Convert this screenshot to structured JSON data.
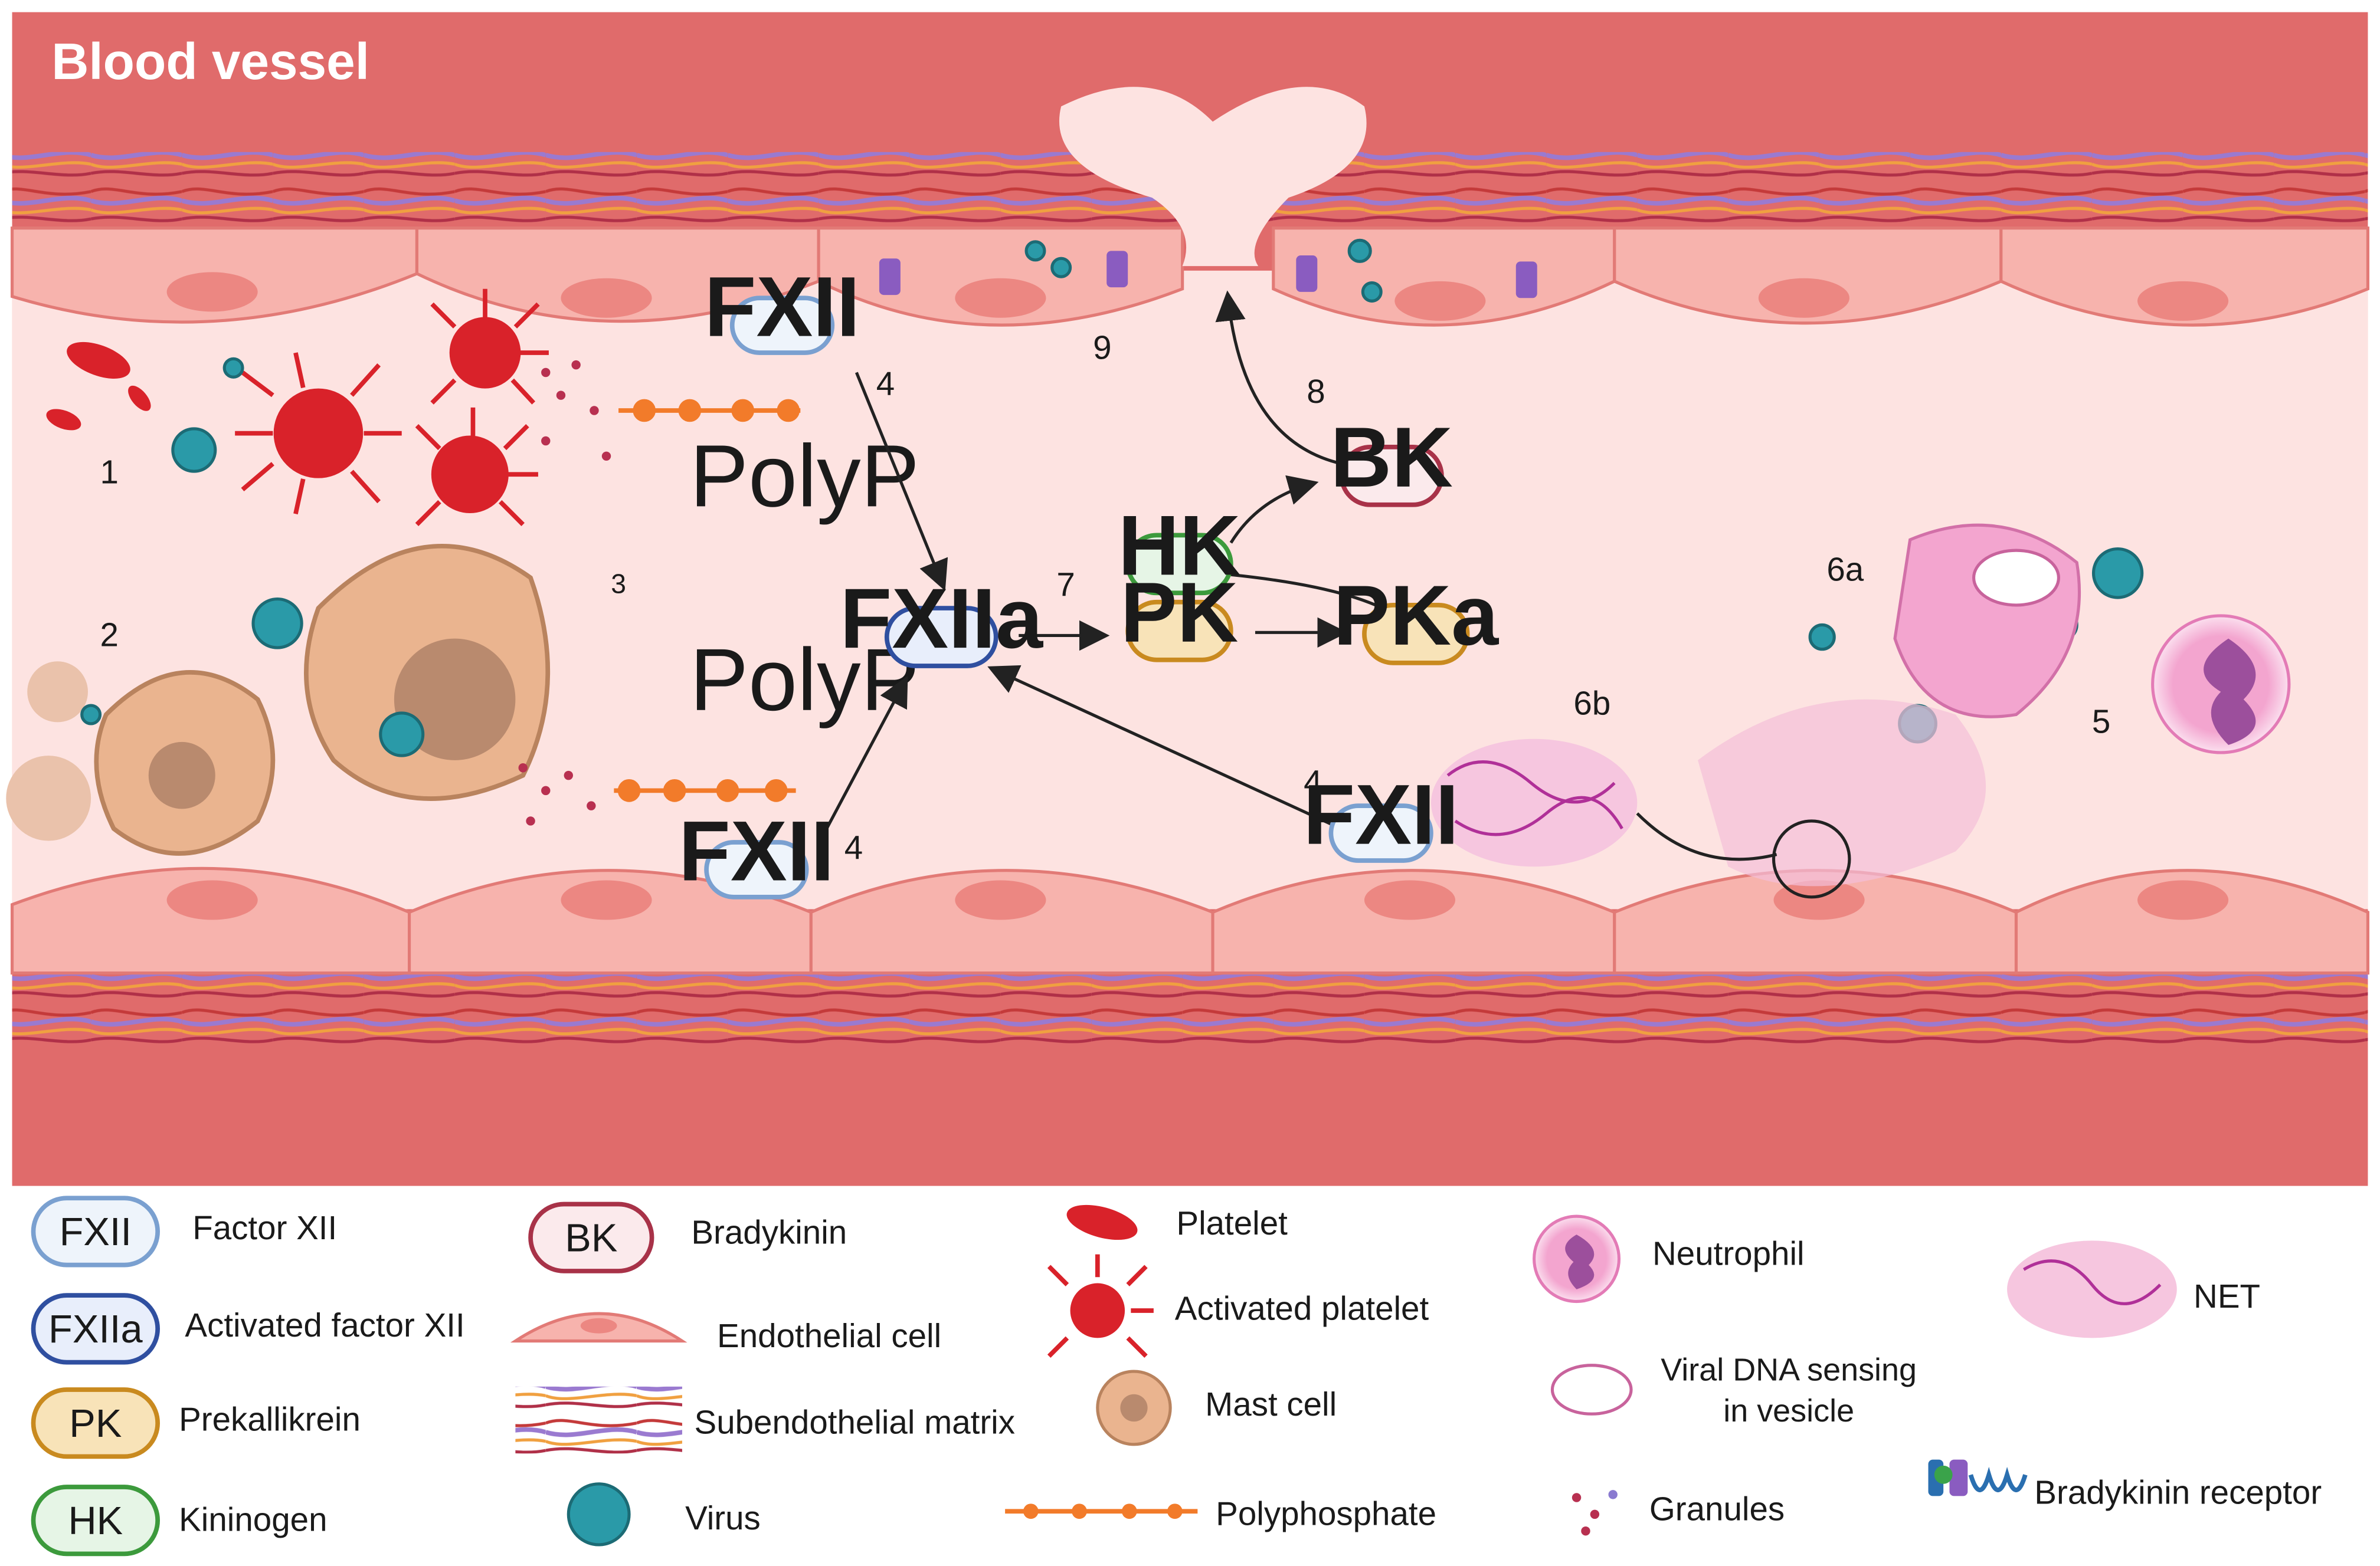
{
  "title": "Blood vessel",
  "nodes": {
    "fxii_top": "FXII",
    "fxii_bottom": "FXII",
    "fxii_right": "FXII",
    "fxiia": "FXIIa",
    "hk": "HK",
    "pk": "PK",
    "pka": "PKa",
    "bk": "BK"
  },
  "polyp_labels": [
    "PolyP",
    "PolyP"
  ],
  "step_numbers": {
    "s1": "1",
    "s2": "2",
    "s3": "3",
    "s4a": "4",
    "s4b": "4",
    "s4c": "4",
    "s5": "5",
    "s6a": "6a",
    "s6b": "6b",
    "s7": "7",
    "s8": "8",
    "s9": "9"
  },
  "legend": {
    "fxii": {
      "symbol": "FXII",
      "text": "Factor XII"
    },
    "fxiia": {
      "symbol": "FXIIa",
      "text": "Activated factor XII"
    },
    "pk": {
      "symbol": "PK",
      "text": "Prekallikrein"
    },
    "hk": {
      "symbol": "HK",
      "text": "Kininogen"
    },
    "bk": {
      "symbol": "BK",
      "text": "Bradykinin"
    },
    "endothelial": "Endothelial cell",
    "matrix": "Subendothelial matrix",
    "virus": "Virus",
    "platelet": "Platelet",
    "activated_platelet": "Activated platelet",
    "mast_cell": "Mast cell",
    "polyphosphate": "Polyphosphate",
    "neutrophil": "Neutrophil",
    "viral_dna": "Viral DNA sensing in vesicle",
    "granules": "Granules",
    "net": "NET",
    "bk_receptor": "Bradykinin receptor"
  },
  "colors": {
    "vessel_wall": "#e06b6b",
    "lumen": "#fde3e1",
    "endothelial": "#f7b3ad",
    "fxii_border": "#7aa0d0",
    "fxiia_border": "#2f4fa0",
    "pk_border": "#c98a1f",
    "hk_border": "#3c9a3c",
    "bk_border": "#a83248",
    "virus": "#2a9aa8",
    "platelet": "#d9222a"
  }
}
